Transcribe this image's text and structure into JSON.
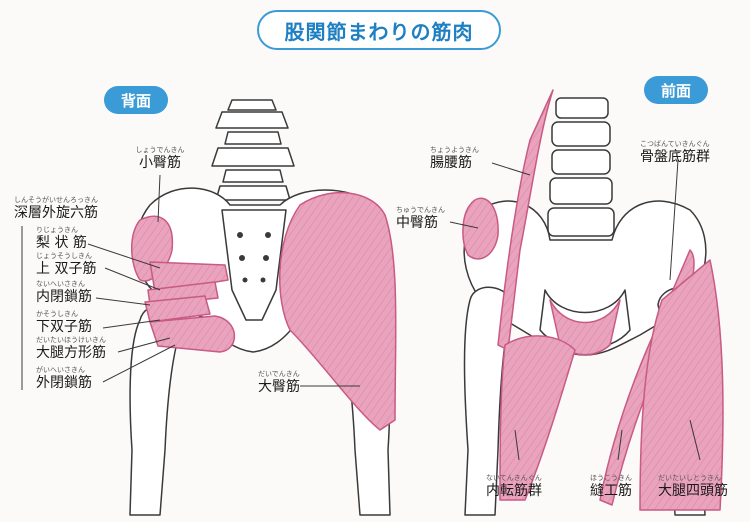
{
  "title": "股関節まわりの筋肉",
  "panels": {
    "back": {
      "label": "背面"
    },
    "front": {
      "label": "前面"
    }
  },
  "muscles": {
    "shoukyokin": {
      "ruby": "しょうでんきん",
      "name": "小臀筋"
    },
    "shinsou": {
      "ruby": "しんそうがいせんろっきん",
      "name": "深層外旋六筋"
    },
    "rijou": {
      "ruby": "りじょうきん",
      "name": "梨 状 筋"
    },
    "jousou": {
      "ruby": "じょうそうしきん",
      "name": "上 双子筋"
    },
    "naihei": {
      "ruby": "ないへいさきん",
      "name": "内閉鎖筋"
    },
    "kasou": {
      "ruby": "かそうしきん",
      "name": "下双子筋"
    },
    "daitaihoukei": {
      "ruby": "だいたいほうけいきん",
      "name": "大腿方形筋"
    },
    "gaihei": {
      "ruby": "がいへいさきん",
      "name": "外閉鎖筋"
    },
    "daiden": {
      "ruby": "だいでんきん",
      "name": "大臀筋"
    },
    "youyou": {
      "ruby": "ちょうようきん",
      "name": "腸腰筋"
    },
    "chuuden": {
      "ruby": "ちゅうでんきん",
      "name": "中臀筋"
    },
    "kotsuban": {
      "ruby": "こつばんていきんぐん",
      "name": "骨盤底筋群"
    },
    "naiten": {
      "ruby": "ないてんきんぐん",
      "name": "内転筋群"
    },
    "houkou": {
      "ruby": "ほうこうきん",
      "name": "縫工筋"
    },
    "daitaishitou": {
      "ruby": "だいたいしとうきん",
      "name": "大腿四頭筋"
    }
  },
  "colors": {
    "muscle": "#e79bb6",
    "muscle_edge": "#c85a84",
    "bone": "#ffffff",
    "bone_edge": "#3a3a3a",
    "accent": "#3b9bd6"
  }
}
